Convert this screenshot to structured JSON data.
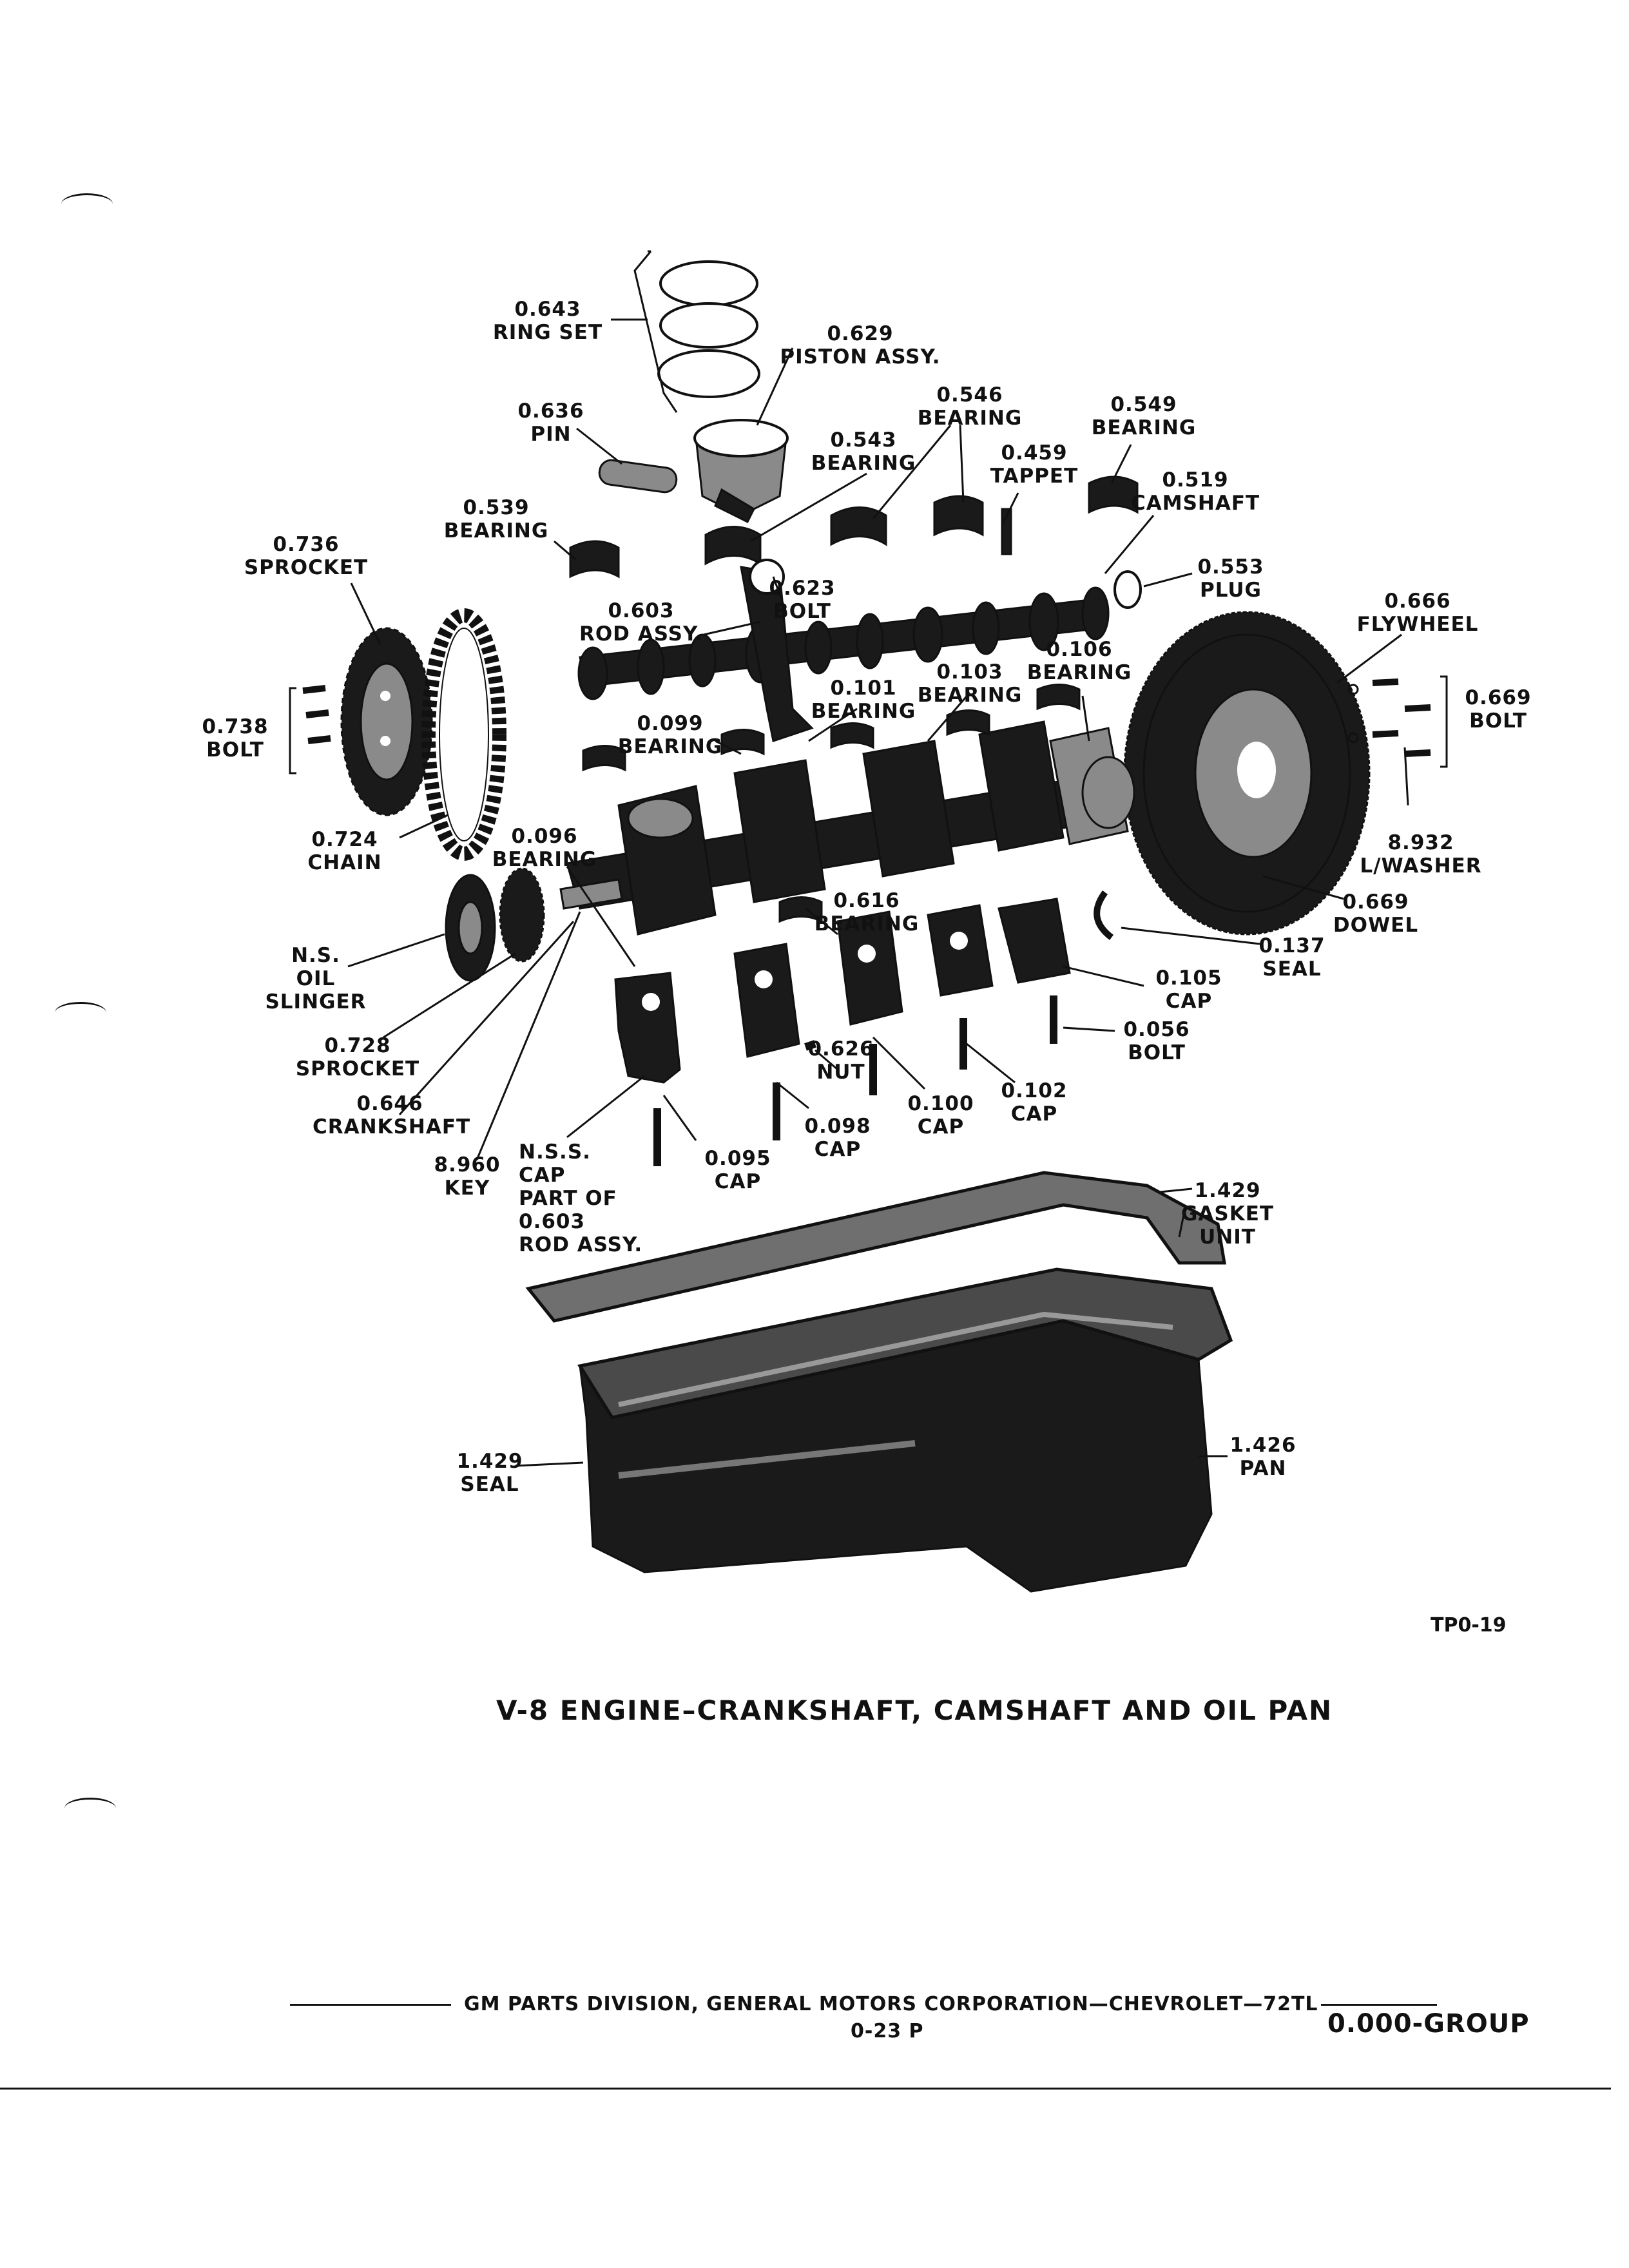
{
  "diagram": {
    "labels": [
      {
        "id": "ring-set",
        "text": "0.643\nRING SET"
      },
      {
        "id": "piston-assy",
        "text": "0.629\nPISTON ASSY."
      },
      {
        "id": "pin",
        "text": "0.636\nPIN"
      },
      {
        "id": "bearing-546",
        "text": "0.546\nBEARING"
      },
      {
        "id": "bearing-549",
        "text": "0.549\nBEARING"
      },
      {
        "id": "bearing-543",
        "text": "0.543\nBEARING"
      },
      {
        "id": "tappet",
        "text": "0.459\nTAPPET"
      },
      {
        "id": "camshaft",
        "text": "0.519\nCAMSHAFT"
      },
      {
        "id": "bearing-539",
        "text": "0.539\nBEARING"
      },
      {
        "id": "sprocket-736",
        "text": "0.736\nSPROCKET"
      },
      {
        "id": "plug",
        "text": "0.553\nPLUG"
      },
      {
        "id": "rod-assy",
        "text": "0.603\nROD ASSY."
      },
      {
        "id": "bolt-623",
        "text": "0.623\nBOLT"
      },
      {
        "id": "flywheel",
        "text": "0.666\nFLYWHEEL"
      },
      {
        "id": "bearing-106",
        "text": "0.106\nBEARING"
      },
      {
        "id": "bearing-103",
        "text": "0.103\nBEARING"
      },
      {
        "id": "bearing-101",
        "text": "0.101\nBEARING"
      },
      {
        "id": "bolt-669",
        "text": "0.669\nBOLT"
      },
      {
        "id": "bolt-738",
        "text": "0.738\nBOLT"
      },
      {
        "id": "bearing-099",
        "text": "0.099\nBEARING"
      },
      {
        "id": "lwasher",
        "text": "8.932\nL/WASHER"
      },
      {
        "id": "chain",
        "text": "0.724\nCHAIN"
      },
      {
        "id": "bearing-096",
        "text": "0.096\nBEARING"
      },
      {
        "id": "bearing-616",
        "text": "0.616\nBEARING"
      },
      {
        "id": "dowel",
        "text": "0.669\nDOWEL"
      },
      {
        "id": "oil-slinger",
        "text": "N.S.\nOIL\nSLINGER"
      },
      {
        "id": "seal-137",
        "text": "0.137\nSEAL"
      },
      {
        "id": "cap-105",
        "text": "0.105\nCAP"
      },
      {
        "id": "sprocket-728",
        "text": "0.728\nSPROCKET"
      },
      {
        "id": "bolt-056",
        "text": "0.056\nBOLT"
      },
      {
        "id": "nut",
        "text": "0.626\nNUT"
      },
      {
        "id": "crankshaft",
        "text": "0.646\nCRANKSHAFT"
      },
      {
        "id": "cap-100",
        "text": "0.100\nCAP"
      },
      {
        "id": "cap-102",
        "text": "0.102\nCAP"
      },
      {
        "id": "cap-098",
        "text": "0.098\nCAP"
      },
      {
        "id": "key",
        "text": "8.960\nKEY"
      },
      {
        "id": "nss-cap",
        "text": "N.S.S.\nCAP\nPART OF\n0.603\nROD ASSY."
      },
      {
        "id": "cap-095",
        "text": "0.095\nCAP"
      },
      {
        "id": "gasket-unit",
        "text": "1.429\nGASKET\nUNIT"
      },
      {
        "id": "seal-1429",
        "text": "1.429\nSEAL"
      },
      {
        "id": "pan",
        "text": "1.426\nPAN"
      }
    ]
  },
  "figure_code": "TP0-19",
  "caption": "V-8 ENGINE–CRANKSHAFT, CAMSHAFT AND OIL PAN",
  "footer": {
    "text": "GM PARTS DIVISION, GENERAL MOTORS CORPORATION—CHEVROLET—72TL",
    "page": "0-23 P",
    "group": "0.000-GROUP"
  }
}
